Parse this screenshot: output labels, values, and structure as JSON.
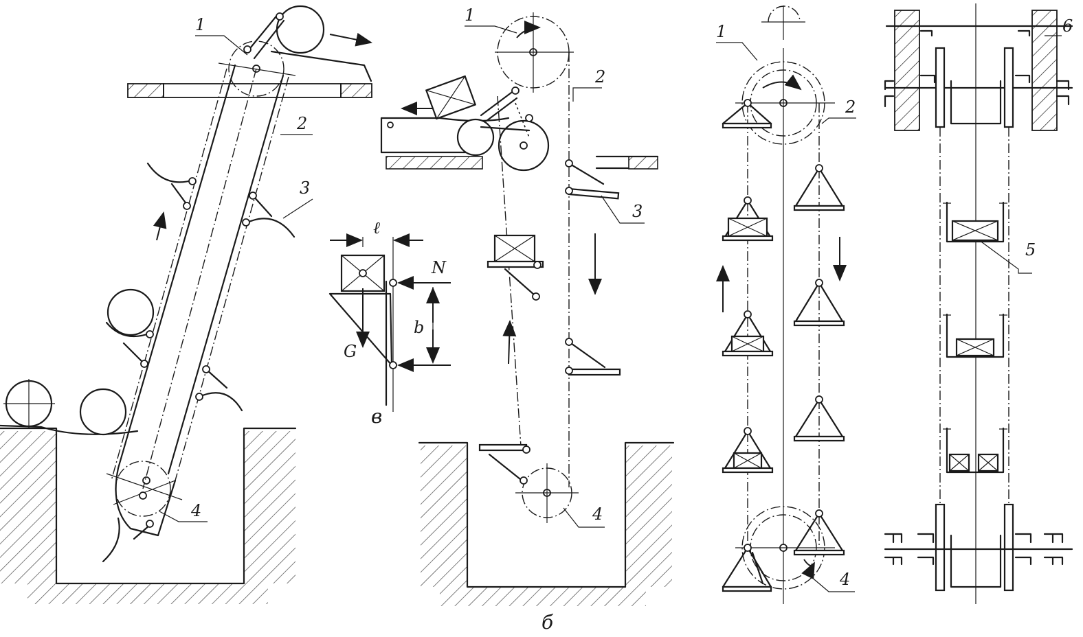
{
  "labels": {
    "a_num1": "1",
    "a_num2": "2",
    "a_num3": "3",
    "a_num4": "4",
    "b_num1": "1",
    "b_num2": "2",
    "b_num3": "3",
    "b_num4": "4",
    "b_caption": "б",
    "v_l": "ℓ",
    "v_N": "N",
    "v_b": "b",
    "v_G": "G",
    "v_caption": "в",
    "c_num1": "1",
    "c_num2": "2",
    "c_num4": "4",
    "d_num5": "5",
    "d_num6": "6"
  }
}
